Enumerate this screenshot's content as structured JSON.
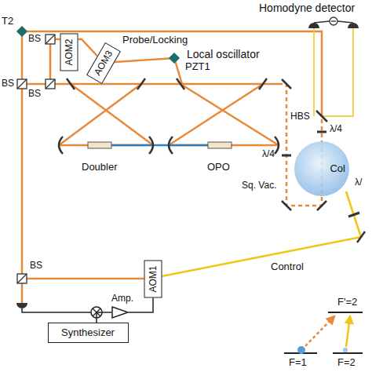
{
  "diagram": {
    "nodes": [
      {
        "text": [
          "AOM2"
        ]
      },
      {
        "text": [
          "AOM3"
        ]
      },
      {
        "text": [
          "Col"
        ]
      },
      {
        "text": [
          "AOM1"
        ]
      },
      {
        "text": [
          "Amp."
        ]
      },
      {
        "text": [
          "Synthesizer"
        ]
      }
    ],
    "edges": [
      {
        "from": 5,
        "to": 4,
        "arrow": "none"
      },
      {
        "from": 4,
        "to": 3,
        "arrow": "none"
      }
    ],
    "labels": [
      "Homodyne detector",
      "T2",
      "BS",
      "Probe/Locking",
      "Local oscillator",
      "PZT1",
      "BS",
      "BS",
      "HBS",
      "λ/4",
      "λ/4",
      "Doubler",
      "OPO",
      "Sq. Vac.",
      "λ/",
      "BS",
      "Control",
      "F'=2",
      "F=1",
      "F=2"
    ]
  }
}
